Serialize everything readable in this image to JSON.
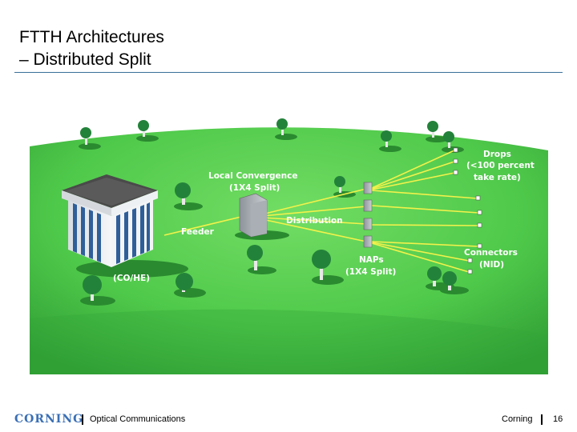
{
  "slide": {
    "title_line1": "FTTH Architectures",
    "title_line2": "– Distributed Split"
  },
  "diagram": {
    "labels": {
      "local_convergence_1": "Local Convergence",
      "local_convergence_2": "(1X4 Split)",
      "feeder": "Feeder",
      "distribution": "Distribution",
      "co_he": "(CO/HE)",
      "drops_1": "Drops",
      "drops_2": "(<100 percent",
      "drops_3": "take rate)",
      "naps_1": "NAPs",
      "naps_2": "(1X4 Split)",
      "connectors_1": "Connectors",
      "connectors_2": "(NID)"
    },
    "colors": {
      "ground": "#4fc94a",
      "sky": "#ffffff",
      "fiber": "#f2f24a",
      "building_roof": "#4a4a4a"
    }
  },
  "footer": {
    "logo": "CORNING",
    "section": "Optical Communications",
    "company": "Corning",
    "page_number": "16"
  }
}
